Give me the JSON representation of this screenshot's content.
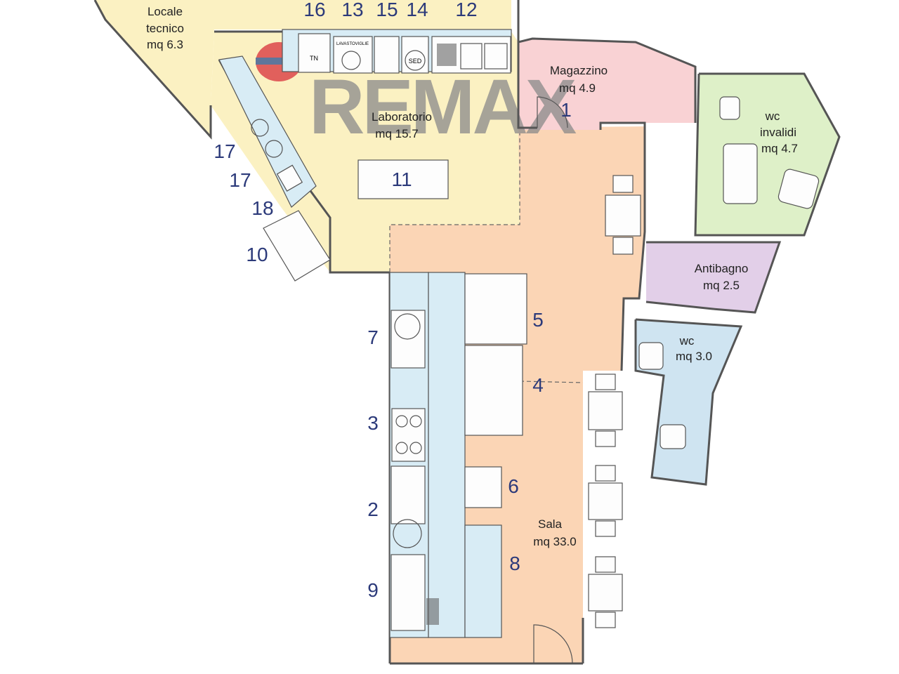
{
  "colors": {
    "laboratorio": "#fbf1c2",
    "sala": "#fbd5b5",
    "magazzino": "#f9d2d4",
    "wc_invalidi": "#def0c8",
    "antibagno": "#e2cfe8",
    "wc": "#cfe4f1",
    "counter": "#d8ecf5",
    "watermark": "#8a8a8a",
    "watermark_red": "#d9303a",
    "watermark_blue": "#2b4d8f",
    "numbers": "#2c3a7a"
  },
  "watermark": {
    "brand": "REMAX"
  },
  "rooms": [
    {
      "id": "locale-tecnico",
      "name": "Locale",
      "name2": "tecnico",
      "area": "mq 6.3"
    },
    {
      "id": "laboratorio",
      "name": "Laboratorio",
      "area": "mq 15.7"
    },
    {
      "id": "magazzino",
      "name": "Magazzino",
      "area": "mq 4.9"
    },
    {
      "id": "wc-invalidi",
      "name": "wc",
      "name2": "invalidi",
      "area": "mq 4.7"
    },
    {
      "id": "antibagno",
      "name": "Antibagno",
      "area": "mq 2.5"
    },
    {
      "id": "wc",
      "name": "wc",
      "area": "mq 3.0"
    },
    {
      "id": "sala",
      "name": "Sala",
      "area": "mq 33.0"
    }
  ],
  "numbers": [
    "16",
    "13",
    "15",
    "14",
    "12",
    "1",
    "17",
    "17",
    "18",
    "10",
    "11",
    "5",
    "7",
    "4",
    "3",
    "6",
    "2",
    "8",
    "9"
  ],
  "appliance_labels": {
    "tn": "TN",
    "lavastoviglie": "LAVASTOVIGLIE",
    "sed": "SED"
  }
}
